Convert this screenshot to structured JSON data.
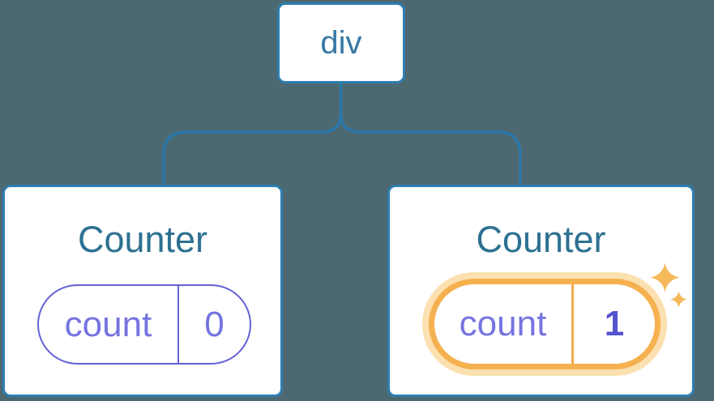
{
  "diagram": {
    "root": {
      "label": "div"
    },
    "children": [
      {
        "title": "Counter",
        "state": {
          "label": "count",
          "value": "0"
        },
        "highlighted": false
      },
      {
        "title": "Counter",
        "state": {
          "label": "count",
          "value": "1"
        },
        "highlighted": true
      }
    ],
    "icons": {
      "highlight": "sparkles-icon"
    },
    "colors": {
      "background": "#4C6972",
      "node_border": "#2E7EB1",
      "connector_stroke": "#2A78AA",
      "root_label": "#3878A4",
      "counter_title": "#2D7191",
      "state_purple_border": "#6462D6",
      "state_text": "#7574E0",
      "state_value_bold": "#5553CE",
      "highlight_ring": "#F5B14F",
      "highlight_halo": "#FBE0B0",
      "highlight_divider": "#F0A94C",
      "sparkle": "#F5B95C",
      "card_background": "#FFFFFF"
    }
  }
}
